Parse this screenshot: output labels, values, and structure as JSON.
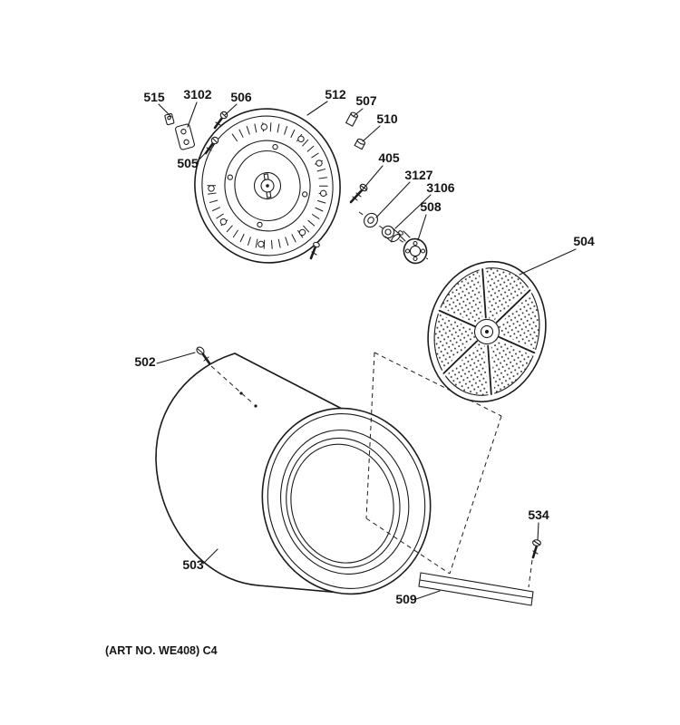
{
  "diagram": {
    "art_note": "(ART NO. WE408) C4",
    "colors": {
      "ink": "#1c1c1c",
      "paper": "#ffffff"
    },
    "callouts": [
      {
        "part": "515"
      },
      {
        "part": "3102"
      },
      {
        "part": "506"
      },
      {
        "part": "512"
      },
      {
        "part": "507"
      },
      {
        "part": "510"
      },
      {
        "part": "505"
      },
      {
        "part": "405"
      },
      {
        "part": "3127"
      },
      {
        "part": "3106"
      },
      {
        "part": "508"
      },
      {
        "part": "504"
      },
      {
        "part": "502"
      },
      {
        "part": "503"
      },
      {
        "part": "509"
      },
      {
        "part": "534"
      }
    ]
  }
}
